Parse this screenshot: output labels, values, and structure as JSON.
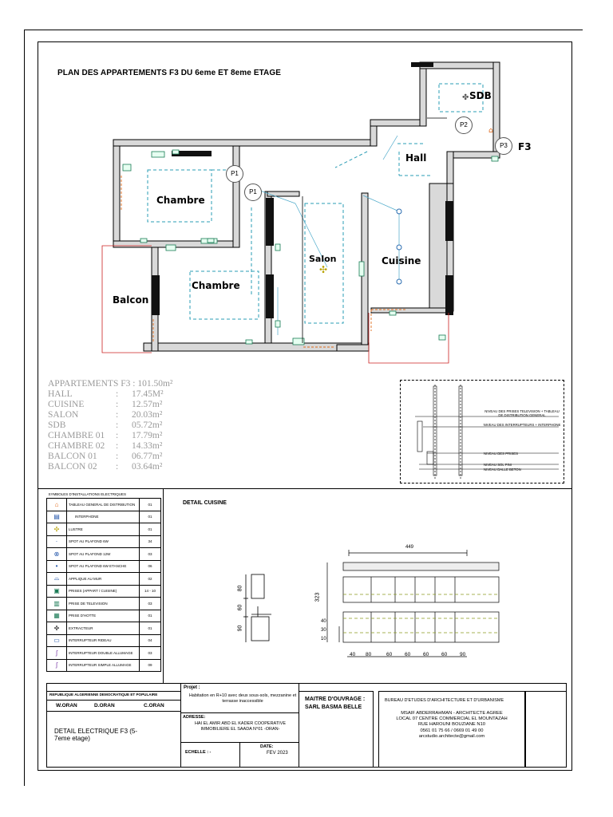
{
  "plan": {
    "title": "PLAN DES APPARTEMENTS F3 DU 6eme ET 8eme ETAGE",
    "rooms": {
      "sdb": "SDB",
      "hall": "Hall",
      "chambre1": "Chambre",
      "chambre2": "Chambre",
      "salon": "Salon",
      "cuisine": "Cuisine",
      "balcon": "Balcon"
    },
    "points": {
      "p1a": "P1",
      "p1b": "P1",
      "p2": "P2",
      "p3": "P3"
    },
    "apartment_tag": "F3"
  },
  "areas": [
    {
      "name": "APPARTEMENTS F3 : 101.50m²",
      "colon": "",
      "value": ""
    },
    {
      "name": "HALL",
      "colon": ":",
      "value": "17.45M²"
    },
    {
      "name": "CUISINE",
      "colon": ":",
      "value": "12.57m²"
    },
    {
      "name": "SALON",
      "colon": ":",
      "value": "20.03m²"
    },
    {
      "name": "SDB",
      "colon": ":",
      "value": "05.72m²"
    },
    {
      "name": "CHAMBRE 01",
      "colon": ":",
      "value": "17.79m²"
    },
    {
      "name": "CHAMBRE 02",
      "colon": ":",
      "value": "14.33m²"
    },
    {
      "name": "BALCON 01",
      "colon": ":",
      "value": "06.77m²"
    },
    {
      "name": "BALCON 02",
      "colon": ":",
      "value": "03.64m²"
    }
  ],
  "levels": {
    "l1": "NIVEAU DES PRISES TELEVISION + TABLEAU DE DISTRIBUTION GENERAL",
    "l2": "NIVEAU DES INTERRUPTEURS + INTERPHONE",
    "l3": "NIVEAU DES PRISES",
    "l4": "NIVEAU SOL FINI",
    "l5": "NIVEAU DALLE BETON"
  },
  "legend": {
    "header": "SYMBOLES D'INSTALLATIONS ELECTRIQUES",
    "rows": [
      {
        "icon": "panel-icon",
        "glyph": "⌂",
        "label": "TABLEAU GENERAL DE DISTRIBUTION",
        "qty": "01"
      },
      {
        "icon": "intercom-icon",
        "glyph": "▤",
        "label": "INTERPHONE",
        "qty": "01"
      },
      {
        "icon": "chandelier-icon",
        "glyph": "✣",
        "label": "LUSTRE",
        "qty": "01"
      },
      {
        "icon": "spot-icon",
        "glyph": "·",
        "label": "SPOT AU PLAFOND 6W",
        "qty": "34"
      },
      {
        "icon": "spot-12w-icon",
        "glyph": "⊗",
        "label": "SPOT AU PLAFOND 12W",
        "qty": "03"
      },
      {
        "icon": "spot-waterproof-icon",
        "glyph": "•",
        "label": "SPOT AU PLAFOND 6W ETANCHE",
        "qty": "06"
      },
      {
        "icon": "wall-light-icon",
        "glyph": "⌓",
        "label": "APPLIQUE AU MUR",
        "qty": "02"
      },
      {
        "icon": "socket-icon",
        "glyph": "▣",
        "label": "PRISES (APPART / CUISINE)",
        "qty": "14 - 10"
      },
      {
        "icon": "tv-socket-icon",
        "glyph": "▥",
        "label": "PRISE DE TELEVISION",
        "qty": "03"
      },
      {
        "icon": "hood-socket-icon",
        "glyph": "▦",
        "label": "PRISE D'HOTTE",
        "qty": "01"
      },
      {
        "icon": "extractor-icon",
        "glyph": "✤",
        "label": "EXTRACTEUR",
        "qty": "01"
      },
      {
        "icon": "curtain-switch-icon",
        "glyph": "▭",
        "label": "INTERRUPTEUR RIDEAU",
        "qty": "04"
      },
      {
        "icon": "double-switch-icon",
        "glyph": "ʃ",
        "label": "INTERRUPTEUR DOUBLE ALLUMAGE",
        "qty": "03"
      },
      {
        "icon": "single-switch-icon",
        "glyph": "ʃ",
        "label": "INTERRUPTEUR SIMPLE ALLUMAGE",
        "qty": "09"
      }
    ]
  },
  "kitchen": {
    "title": "DETAIL CUISINE",
    "dim_total": "449",
    "dim_height": "323",
    "side_dims": [
      "80",
      "60",
      "90"
    ],
    "side_dims2": [
      "40",
      "30",
      "10"
    ],
    "bottom_dims": [
      "40",
      "80",
      "60",
      "60",
      "60",
      "60",
      "90"
    ]
  },
  "titleblock": {
    "republic": "REPUBLIQUE ALGERIENNE DEMOCRATIQUE ET POPULAIRE",
    "w_oran": "W.ORAN",
    "d_oran": "D.ORAN",
    "c_oran": "C.ORAN",
    "drawing_title": "DETAIL ELECTRIQUE F3 (5-7eme etage)",
    "projet_label": "Projet :",
    "projet_text": "Habitation en R+10 avec  deux sous-sols, mezzanine et terrasse inaccessible",
    "adresse_label": "ADRESSE:",
    "adresse_text": "HAI EL AMIR ABD EL KADER COOPERATIVE IMMOBILIERE EL SAADA  N°01  -ORAN-",
    "echelle": "ECHELLE : -",
    "date_label": "DATE:",
    "date": "FEV 2023",
    "maitre": "MAITRE D'OUVRAGE : SARL BASMA BELLE",
    "bureau": "BUREAU D'ETUDES D'ARCHITECTURE ET D'URBANISME",
    "architect": "MSAIF ABDERRAHMAN - ARCHITECTE AGREE",
    "local": "LOCAL 07 CENTRE COMMERCIAL EL MOUNTAZAH",
    "street": "RUE HAROUNI BOUZIANE N10",
    "phone": "0561 01 75 66 / 0669 01 49 00",
    "email": "arcstudio.architecte@gmail.com"
  }
}
